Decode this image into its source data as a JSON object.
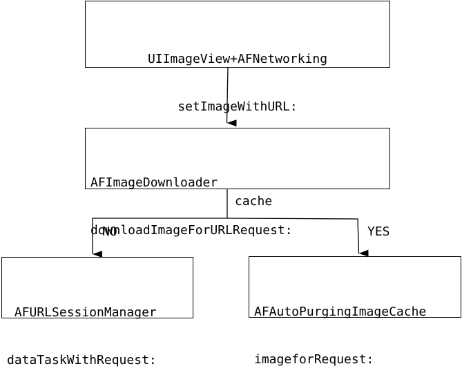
{
  "nodes": {
    "setimage": {
      "line1": "UIImageView+AFNetworking",
      "line2": "setImageWithURL:"
    },
    "downloader": {
      "line1": "AFImageDownloader",
      "line2": "downloadImageForURLRequest:"
    },
    "session": {
      "line1": " AFURLSessionManager",
      "line2": "dataTaskWithRequest:"
    },
    "cache": {
      "line1": "AFAutoPurgingImageCache",
      "line2": "imageforRequest:"
    }
  },
  "edge_labels": {
    "decision": "cache",
    "no": "NO",
    "yes": "YES"
  },
  "colors": {
    "stroke": "#000000",
    "fill": "#ffffff"
  }
}
